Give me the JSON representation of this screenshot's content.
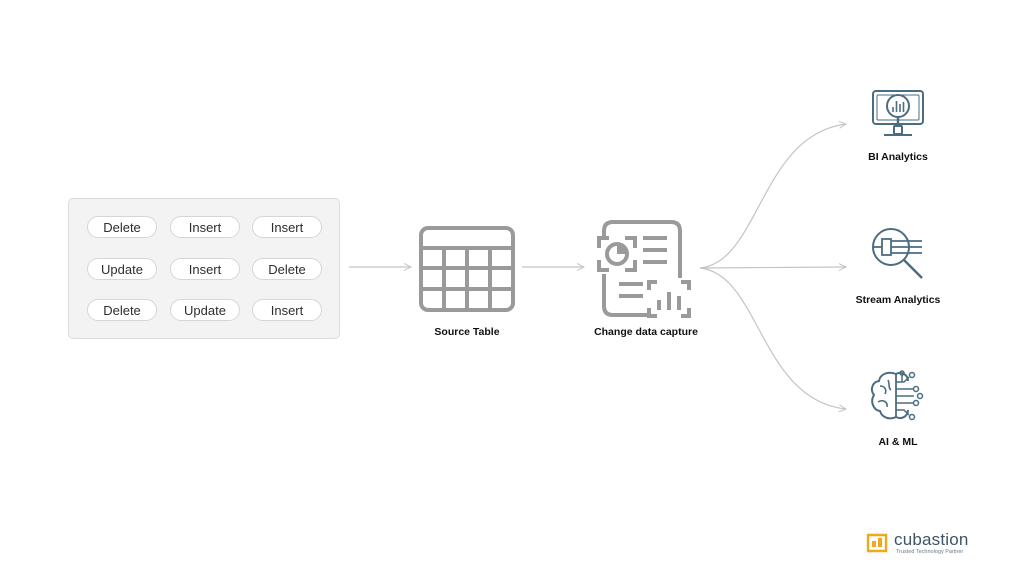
{
  "operations": [
    [
      "Delete",
      "Insert",
      "Insert"
    ],
    [
      "Update",
      "Insert",
      "Delete"
    ],
    [
      "Delete",
      "Update",
      "Insert"
    ]
  ],
  "nodes": {
    "source_table": "Source Table",
    "cdc": "Change data capture",
    "bi": "BI Analytics",
    "stream": "Stream Analytics",
    "ai": "AI & ML"
  },
  "brand": {
    "name": "cubastion",
    "tagline": "Trusted Technology Partner"
  },
  "colors": {
    "connector": "#c4c4c4",
    "icon_gray": "#9a9a9a",
    "icon_teal": "#4a6d82",
    "brand_gold": "#f0a81c"
  }
}
